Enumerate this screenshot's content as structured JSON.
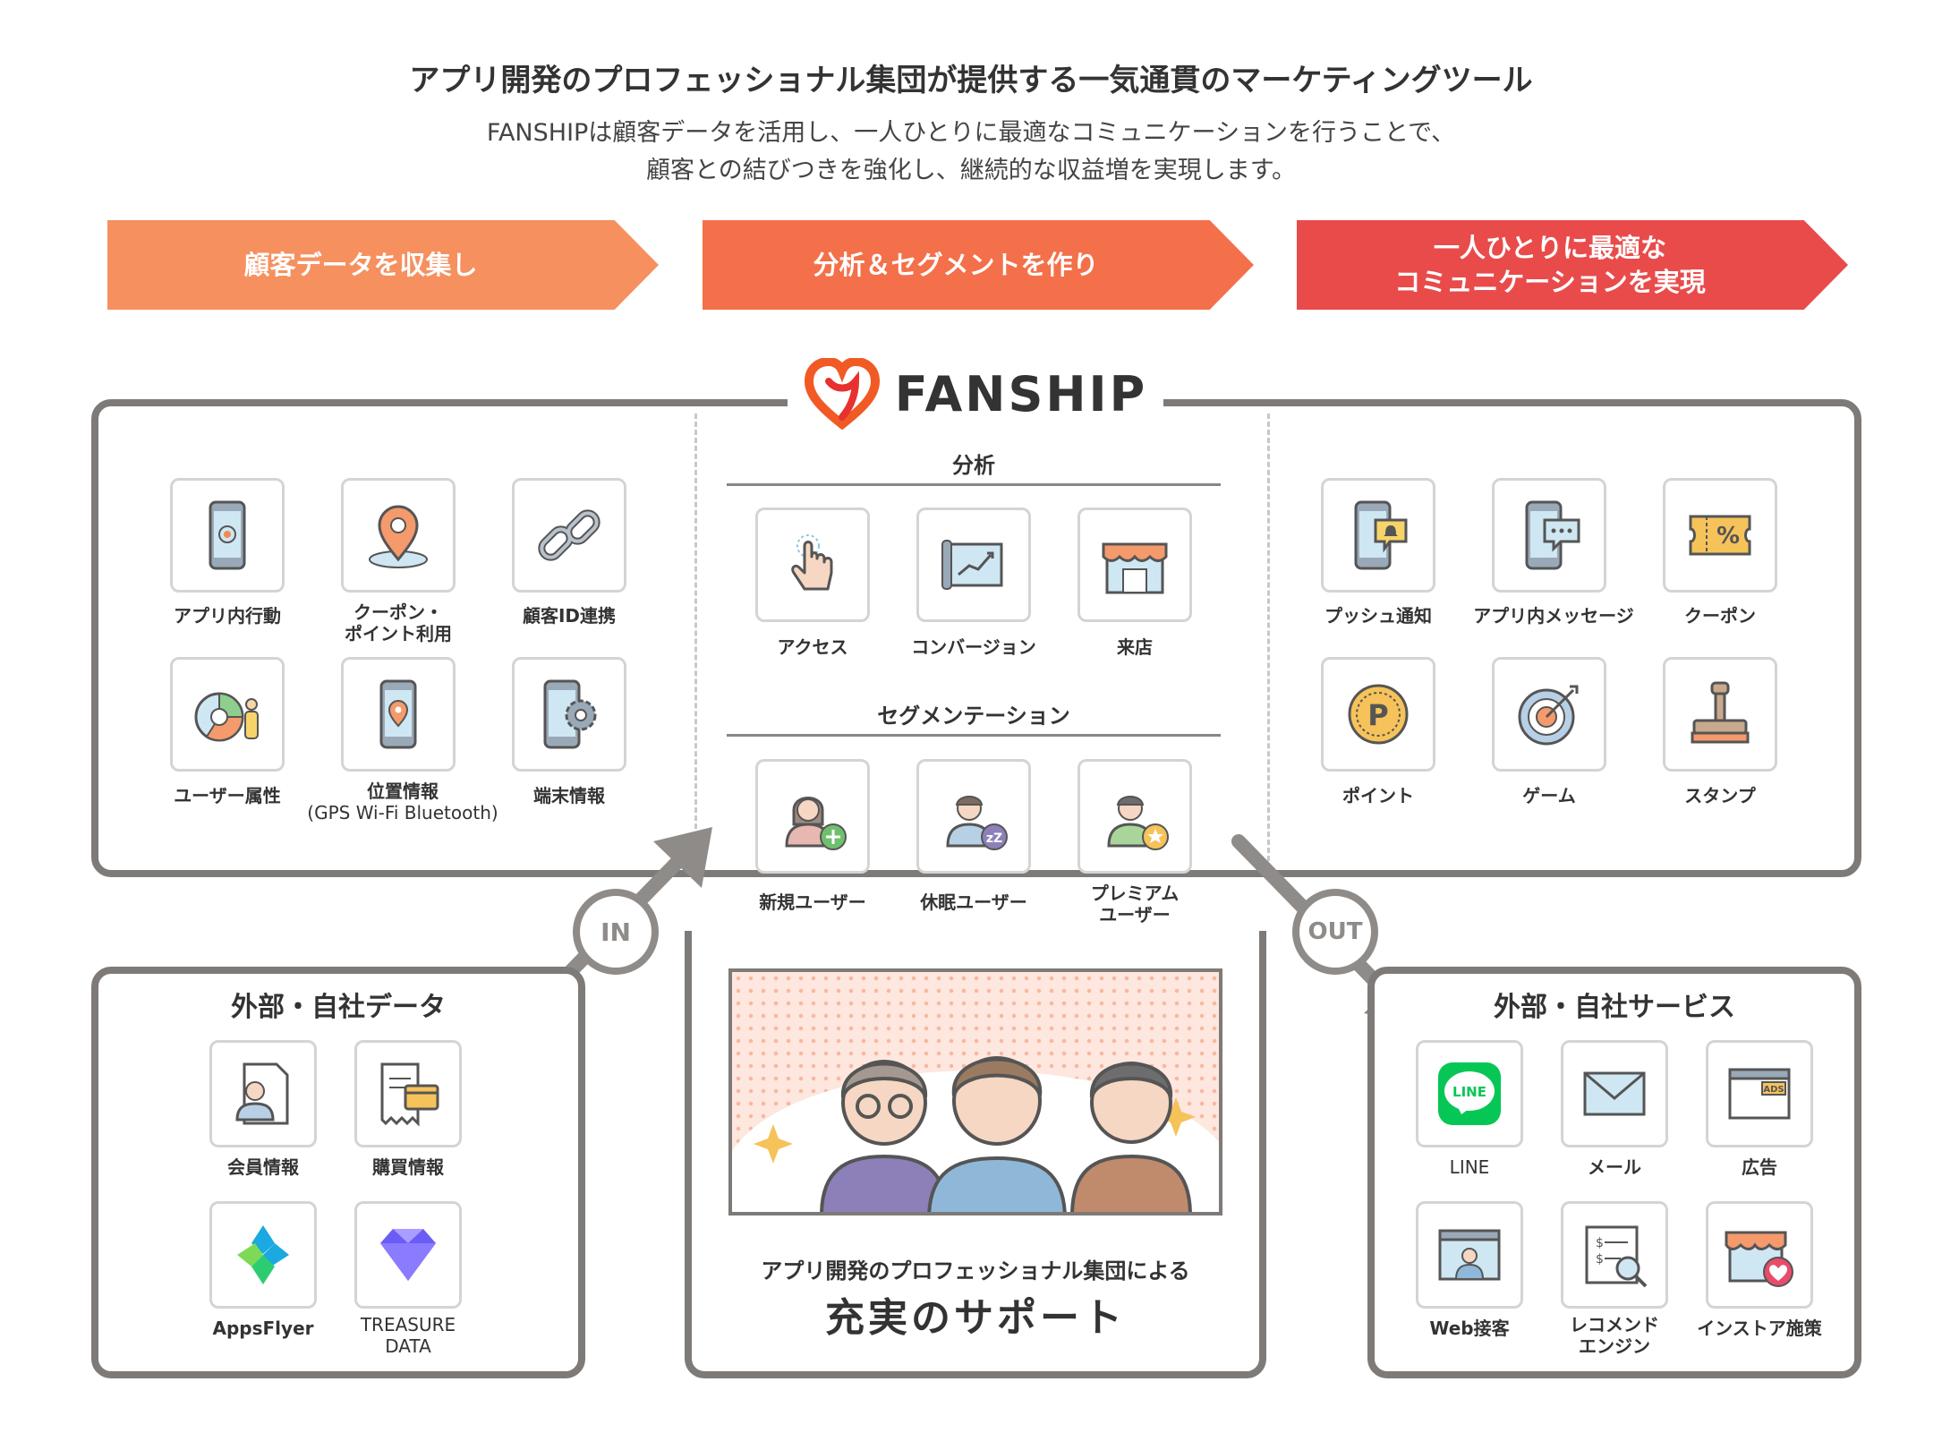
{
  "header": {
    "headline": "アプリ開発のプロフェッショナル集団が提供する一気通貫のマーケティングツール",
    "desc_line1": "FANSHIPは顧客データを活用し、一人ひとりに最適なコミュニケーションを行うことで、",
    "desc_line2": "顧客との結びつきを強化し、継続的な収益増を実現します。"
  },
  "steps": [
    {
      "label": "顧客データを収集し",
      "color": "#f6905f"
    },
    {
      "label": "分析＆セグメントを作り",
      "color": "#f4704a"
    },
    {
      "label_line1": "一人ひとりに最適な",
      "label_line2": "コミュニケーションを実現",
      "color": "#e94b4b"
    }
  ],
  "logo": {
    "text": "FANSHIP",
    "colors": [
      "#f15a24",
      "#e8312f"
    ]
  },
  "collect": {
    "items": [
      {
        "label": "アプリ内行動",
        "icon": "phone-target-icon"
      },
      {
        "label_line1": "クーポン・",
        "label_line2": "ポイント利用",
        "icon": "map-pin-icon"
      },
      {
        "label": "顧客ID連携",
        "icon": "chain-link-icon"
      },
      {
        "label": "ユーザー属性",
        "icon": "pie-user-icon"
      },
      {
        "label_line1": "位置情報",
        "label_line2": "(GPS Wi-Fi Bluetooth)",
        "icon": "phone-location-icon"
      },
      {
        "label": "端末情報",
        "icon": "phone-gear-icon"
      }
    ]
  },
  "analysis": {
    "title": "分析",
    "items": [
      {
        "label": "アクセス",
        "icon": "tap-hand-icon"
      },
      {
        "label": "コンバージョン",
        "icon": "chart-blueprint-icon"
      },
      {
        "label": "来店",
        "icon": "storefront-icon"
      }
    ]
  },
  "segmentation": {
    "title": "セグメンテーション",
    "items": [
      {
        "label": "新規ユーザー",
        "icon": "new-user-icon"
      },
      {
        "label": "休眠ユーザー",
        "icon": "dormant-user-icon"
      },
      {
        "label_line1": "プレミアム",
        "label_line2": "ユーザー",
        "icon": "premium-user-icon"
      }
    ]
  },
  "communicate": {
    "items": [
      {
        "label": "プッシュ通知",
        "icon": "phone-bell-icon"
      },
      {
        "label": "アプリ内メッセージ",
        "icon": "phone-chat-icon"
      },
      {
        "label": "クーポン",
        "icon": "coupon-ticket-icon"
      },
      {
        "label": "ポイント",
        "icon": "point-coin-icon"
      },
      {
        "label": "ゲーム",
        "icon": "target-dart-icon"
      },
      {
        "label": "スタンプ",
        "icon": "stamp-icon"
      }
    ]
  },
  "flow": {
    "in_label": "IN",
    "out_label": "OUT"
  },
  "external_data": {
    "title": "外部・自社データ",
    "items": [
      {
        "label": "会員情報",
        "icon": "member-doc-icon"
      },
      {
        "label": "購買情報",
        "icon": "receipt-card-icon"
      },
      {
        "label": "AppsFlyer",
        "icon": "appsflyer-logo-icon"
      },
      {
        "label_line1": "TREASURE",
        "label_line2": "DATA",
        "icon": "treasure-data-gem-icon"
      }
    ]
  },
  "external_services": {
    "title": "外部・自社サービス",
    "items": [
      {
        "label": "LINE",
        "icon": "line-logo-icon",
        "logo_text": "LINE"
      },
      {
        "label": "メール",
        "icon": "mail-envelope-icon"
      },
      {
        "label": "広告",
        "icon": "ads-window-icon",
        "logo_text": "ADS"
      },
      {
        "label": "Web接客",
        "icon": "web-operator-icon"
      },
      {
        "label_line1": "レコメンド",
        "label_line2": "エンジン",
        "icon": "recommend-search-icon"
      },
      {
        "label": "インストア施策",
        "icon": "instore-heart-icon"
      }
    ]
  },
  "support": {
    "subtitle": "アプリ開発のプロフェッショナル集団による",
    "title": "充実のサポート"
  }
}
